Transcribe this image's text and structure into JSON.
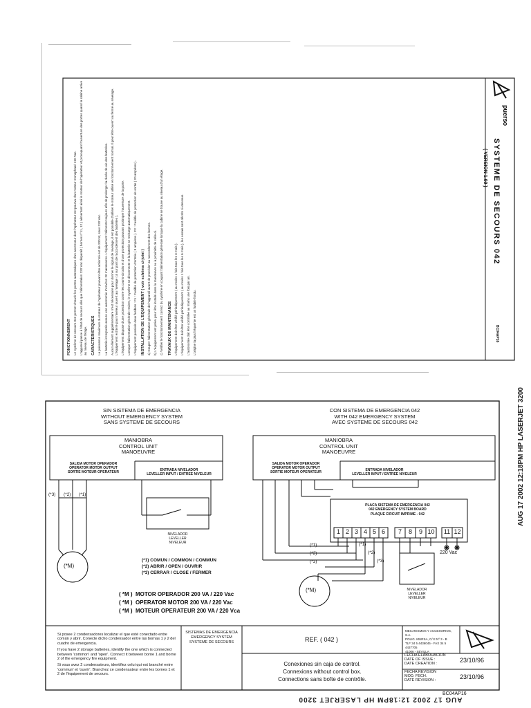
{
  "doc": {
    "brand": "puerso",
    "title": "SYSTEME DE SECOURS 042",
    "version": "( VERSION 1.00 )",
    "side_code": "BC04AP16",
    "sections": [
      {
        "heading": "FONCTIONNEMENT",
        "paragraphs": [
          "Le système de secours 042 permet d'ouvrir les portes automatiques d'un ascenseur dont l'opérateur est pourvu d'un moteur monophasé 220 Vac.",
          "L'appareil passe à l'état de secours dès que l'alimentation 220 Vac disparaît ( bornes n°11, 12 ) alimentant ainsi le moteur de l'opérateur et provoquant l'ouverture des portes quand la cabine arrive au niveau de l'étage."
        ]
      },
      {
        "heading": "CARACTERISTIQUES",
        "paragraphs": [
          "La puissance maximum du moteur de l'opérateur pouvant être actionné est de 200 W, sous 220 Vac.",
          "La batterie incorporée assure une autonomie d'environ 20 manœuvres. L'équipement l'alimente toujours afin de prolonger la durée de vie des batteries.",
          "Aucun élément supplémentaire n'est nécessaire pour donner le signal de nivelage, il est possible d'utiliser le moteur utilisé en fonctionnement normal. Il peut être ouvert ou fermé au nivelage. L'équipement est livré pour niveleur ouvert au nivelage ( à sur pont de raccordement des batteries ).",
          "L'équipement dispose d'une protection contre les courts-circuits et d'une protection pouvant prolonger l'ouverture de la porte.",
          "Lorsque l'alimentation générale revient, le système se déconnecte et la batterie se recharge automatiquement.",
          "L'équipement possède deux fusibles : F1 : Fusible de protection d'entrée ( 3 ampères ). F2 : Fusible de protection de sortie ( 20 ampères )."
        ]
      },
      {
        "heading": "INSTALLATION DE L'EQUIPEMENT ( voir schéma ci-joint )",
        "paragraphs": [
          "a) Couper l'alimentation générale de l'appareil avant de procéder au raccordement des bornes.",
          "b) L'équipement est prévu pour être installé dans la manœuvre ou à proximité de celle-ci.",
          "c) Vérifier le fonctionnement correct du système en coupant l'alimentation générale lorsque la cabine se trouve au niveau d'un étage."
        ]
      },
      {
        "heading": "TRAVAUX DE MAINTENANCE",
        "paragraphs": [
          "L'équipement doit être vérifié périodiquement ( au moins 1 fois tous les 3 mois ).",
          "L'équipement doit être vérifié périodiquement ( au moins 1 fois tous les 6 mois ), les essais sont décrits ci-dessous.",
          "L'autonomie doit être contrôlée au moins une fois par an.",
          "L'origine la plus fréquente est un fusible fondu."
        ]
      }
    ]
  },
  "diagram": {
    "left": {
      "title_lines": [
        "SIN SISTEMA DE EMERGENCIA",
        "WITHOUT EMERGENCY SYSTEM",
        "SANS SYSTEME DE SECOURS"
      ],
      "control_unit": [
        "MANIOBRA",
        "CONTROL UNIT",
        "MANOEUVRE"
      ],
      "motor_output": [
        "SALIDA MOTOR OPERADOR",
        "OPERATOR MOTOR OUTPUT",
        "SORTIE MOTEUR OPERATEUR"
      ],
      "leveller_input": [
        "ENTRADA NIVELADOR",
        "LEVELLER INPUT / ENTREE NIVELEUR"
      ],
      "wire_tags": [
        "(*3)",
        "(*2)",
        "(*1)"
      ],
      "leveller": [
        "NIVELADOR",
        "LEVELLER",
        "NIVELEUR"
      ],
      "motor": "(*M)",
      "legend": [
        "(*1) COMUN / COMMON / COMMUN",
        "(*2) ABRIR / OPEN / OUVRIR",
        "(*3) CERRAR / CLOSE / FERMER"
      ],
      "motor_legend": [
        [
          "( *M )",
          "MOTOR OPERADOR 200 VA / 220 Vac"
        ],
        [
          "( *M )",
          "OPERATOR MOTOR 200 VA / 220 Vac"
        ],
        [
          "( *M )",
          "MOTEUR OPERATEUR 200 VA / 220 Vca"
        ]
      ]
    },
    "right": {
      "title_lines": [
        "CON SISTEMA DE EMERGENCIA 042",
        "WITH 042 EMERGENCY SYSTEM",
        "AVEC SYSTEME DE SECOURS 042"
      ],
      "control_unit": [
        "MANIOBRA",
        "CONTROL UNIT",
        "MANOEUVRE"
      ],
      "motor_output": [
        "SALIDA MOTOR OPERADOR",
        "OPERATOR MOTOR OUTPUT",
        "SORTIE MOTEUR OPERATEUR"
      ],
      "leveller_input": [
        "ENTRADA NIVELADOR",
        "LEVELLER INPUT / ENTREE NIVELEUR"
      ],
      "board": [
        "PLACA SISTEMA DE EMERGENCIA 042",
        "042 EMERGENCY SYSTEM BOARD",
        "PLAQUE CIRCUIT IMPRIME - 042"
      ],
      "terminals_a": [
        "1",
        "2",
        "3",
        "4",
        "5",
        "6"
      ],
      "terminals_b": [
        "7",
        "8",
        "9",
        "10"
      ],
      "terminals_c": [
        "11",
        "12"
      ],
      "supply": "220 Vac",
      "wire_tags_left": [
        "(*1)",
        "(*2)",
        "(*3)"
      ],
      "wire_tags_right": [
        "(*1)",
        "(*2)",
        "(*3)"
      ],
      "leveller": [
        "NIVELADOR",
        "LEVELLER",
        "NIVELEUR"
      ],
      "motor": "(*M)"
    }
  },
  "title_block": {
    "note_lines": [
      "Si posee 2 condensadores localizar el que esté conectado entre común y abrir. Conecte dicho condensador entre las bornas 1 y 2 del cuadro de emergencia.",
      "If you have 2 storage batteries, identify the one which is connected between 'common' and 'open'. Connect it between borne 1 and borne 2 of the emergency fire equipment.",
      "Si vous avez 2 condensateurs, identifiez celui qui est branché entre 'commun' et 'ouvrir'. Branchez ce condensateur entre les bornes 1 et 2 de l'équipement de secours."
    ],
    "system_title": [
      "SISTEMAS DE EMERGENCIA",
      "EMERGENCY SYSTEM",
      "SYSTEME DE SECOURS"
    ],
    "ref": "REF. ( 042 )",
    "description": [
      "Conexiones sin caja de control.",
      "Connexions without control box.",
      "Connections sans boîte de contrôle."
    ],
    "company": [
      "MECANISMOS Y ACCESORIOS, S.A.",
      "POLIG. MURSA, C/ E Nº 3 - B",
      "TLF 34 5 4436045 - FAX 34 5 4437705",
      "41006 - SEVILLA"
    ],
    "date_labels_1": [
      "FECHA ELABORACION",
      "DATE OF ISSUE :",
      "DATE CREATION :"
    ],
    "date_1": "23/10/96",
    "date_labels_2": [
      "FECHA REVISION",
      "MOD. FECH.",
      "DATE REVISION :"
    ],
    "date_2": "23/10/96",
    "drawing_code": "BC04AP16"
  },
  "fax": {
    "side": "AUG 17 2002 12:18PM HP LASERJET 3200",
    "bottom": "AUG 17 2002 12:18PM HP LASERJET 3200"
  }
}
